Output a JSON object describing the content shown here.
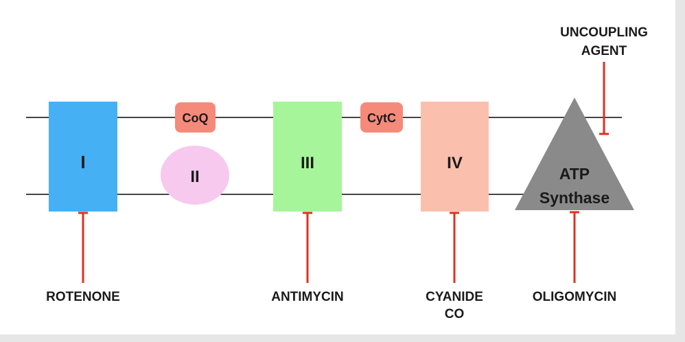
{
  "complexes": {
    "c1": {
      "label": "I",
      "color": "#46b0f5"
    },
    "c2": {
      "label": "II",
      "color": "#f7c9ef"
    },
    "c3": {
      "label": "III",
      "color": "#a6f59a"
    },
    "c4": {
      "label": "IV",
      "color": "#fbbfad"
    },
    "atp": {
      "line1": "ATP",
      "line2": "Synthase",
      "color": "#8a8a8a"
    }
  },
  "carriers": {
    "coq": {
      "label": "CoQ",
      "color": "#f58a7a"
    },
    "cytc": {
      "label": "CytC",
      "color": "#f58a7a"
    }
  },
  "inhibitors": {
    "rotenone": "ROTENONE",
    "antimycin": "ANTIMYCIN",
    "cyanide_line1": "CYANIDE",
    "cyanide_line2": "CO",
    "oligomycin": "OLIGOMYCIN",
    "uncoupling_line1": "UNCOUPLING",
    "uncoupling_line2": "AGENT"
  },
  "colors": {
    "membrane": "#444444",
    "inhibitor_line": "#e0301e",
    "text": "#1a1a1a"
  }
}
